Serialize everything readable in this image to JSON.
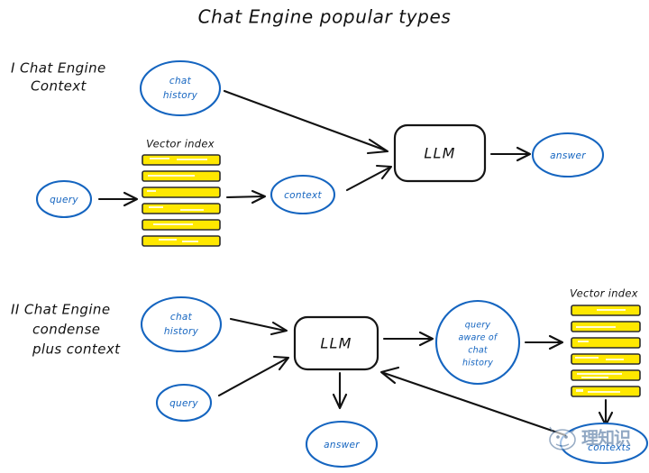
{
  "page": {
    "title": "Chat Engine popular types",
    "background_color": "#ffffff",
    "accent_blue": "#1565c0",
    "ink_black": "#111111",
    "index_yellow": "#ffe800"
  },
  "sections": [
    {
      "id": "section-one",
      "label_lines": [
        "I Chat Engine",
        "Context"
      ],
      "vector_index_label": "Vector index",
      "vector_index_bar_count": 6,
      "nodes": [
        {
          "id": "chat-history",
          "label": "chat history",
          "lines": [
            "chat",
            "history"
          ],
          "shape": "ellipse",
          "color": "#1565c0"
        },
        {
          "id": "query",
          "label": "query",
          "lines": [
            "query"
          ],
          "shape": "ellipse",
          "color": "#1565c0"
        },
        {
          "id": "context",
          "label": "context",
          "lines": [
            "context"
          ],
          "shape": "ellipse",
          "color": "#1565c0"
        },
        {
          "id": "llm",
          "label": "LLM",
          "lines": [
            "LLM"
          ],
          "shape": "rounded-rect",
          "color": "#111111"
        },
        {
          "id": "answer",
          "label": "answer",
          "lines": [
            "answer"
          ],
          "shape": "ellipse",
          "color": "#1565c0"
        }
      ],
      "edges": [
        {
          "from": "chat-history",
          "to": "llm"
        },
        {
          "from": "query",
          "to": "vector-index"
        },
        {
          "from": "vector-index",
          "to": "context"
        },
        {
          "from": "context",
          "to": "llm"
        },
        {
          "from": "llm",
          "to": "answer"
        }
      ]
    },
    {
      "id": "section-two",
      "label_lines": [
        "II Chat Engine",
        "condense",
        "plus context"
      ],
      "vector_index_label": "Vector index",
      "vector_index_bar_count": 6,
      "nodes": [
        {
          "id": "chat-history-2",
          "label": "chat history",
          "lines": [
            "chat",
            "history"
          ],
          "shape": "ellipse",
          "color": "#1565c0"
        },
        {
          "id": "query-2",
          "label": "query",
          "lines": [
            "query"
          ],
          "shape": "ellipse",
          "color": "#1565c0"
        },
        {
          "id": "llm-2",
          "label": "LLM",
          "lines": [
            "LLM"
          ],
          "shape": "rounded-rect",
          "color": "#111111"
        },
        {
          "id": "query-aware",
          "label": "query aware of chat history",
          "lines": [
            "query",
            "aware of",
            "chat",
            "history"
          ],
          "shape": "circle",
          "color": "#1565c0"
        },
        {
          "id": "answer-2",
          "label": "answer",
          "lines": [
            "answer"
          ],
          "shape": "ellipse",
          "color": "#1565c0"
        },
        {
          "id": "contexts",
          "label": "contexts",
          "lines": [
            "contexts"
          ],
          "shape": "ellipse",
          "color": "#1565c0"
        }
      ],
      "edges": [
        {
          "from": "chat-history-2",
          "to": "llm-2"
        },
        {
          "from": "query-2",
          "to": "llm-2"
        },
        {
          "from": "llm-2",
          "to": "query-aware"
        },
        {
          "from": "llm-2",
          "to": "answer-2"
        },
        {
          "from": "query-aware",
          "to": "vector-index-2"
        },
        {
          "from": "vector-index-2",
          "to": "contexts"
        },
        {
          "from": "contexts",
          "to": "llm-2"
        }
      ]
    }
  ],
  "watermark": {
    "text": "理知识",
    "subtext": "contexts",
    "color": "#6b86a8"
  }
}
